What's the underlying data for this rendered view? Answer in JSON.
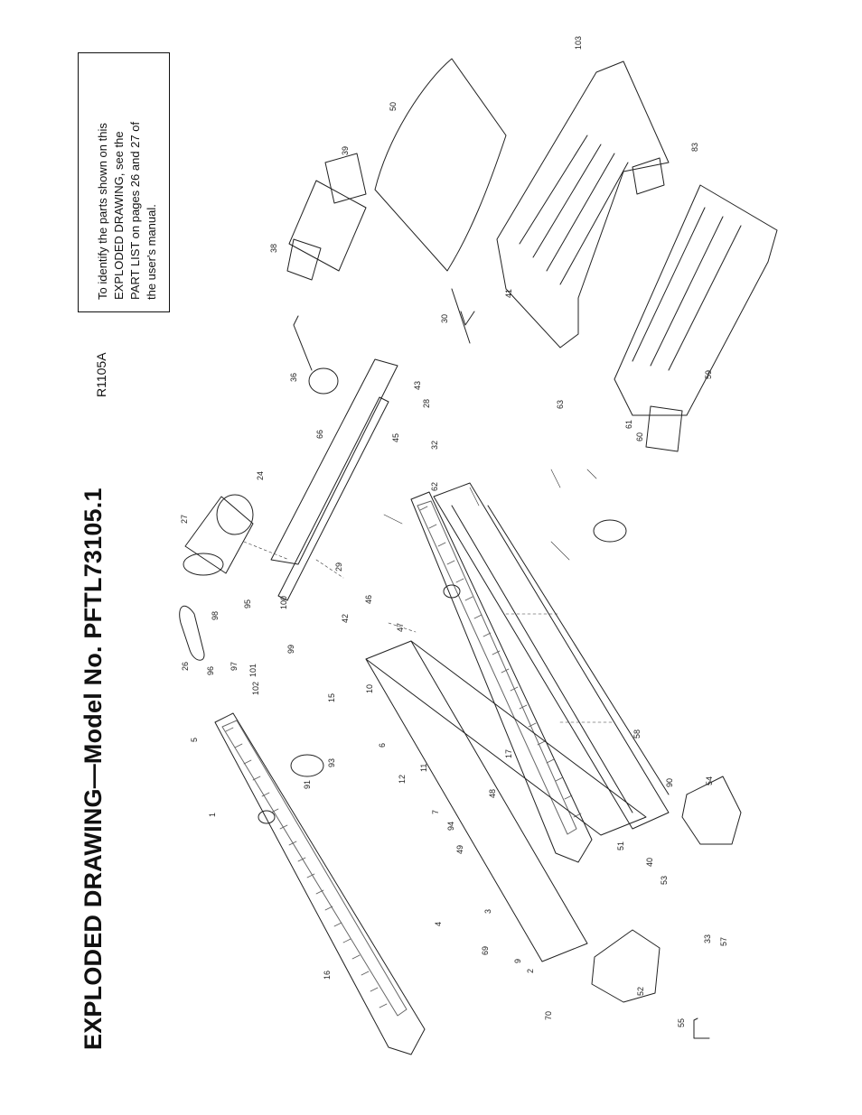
{
  "header": {
    "title": "EXPLODED DRAWING—Model No. PFTL73105.1",
    "drawing_code": "R1105A"
  },
  "note": {
    "lines": [
      "To identify the parts shown on this",
      "EXPLODED DRAWING, see the",
      "PART LIST on pages 26 and 27 of",
      "the user's manual."
    ]
  },
  "callouts": [
    "1",
    "2",
    "3",
    "4",
    "5",
    "6",
    "7",
    "9",
    "10",
    "11",
    "12",
    "15",
    "16",
    "17",
    "24",
    "26",
    "27",
    "28",
    "29",
    "30",
    "32",
    "33",
    "36",
    "38",
    "39",
    "40",
    "41",
    "42",
    "43",
    "45",
    "46",
    "47",
    "48",
    "49",
    "50",
    "51",
    "52",
    "53",
    "54",
    "55",
    "57",
    "58",
    "59",
    "60",
    "61",
    "62",
    "63",
    "66",
    "69",
    "70",
    "83",
    "90",
    "91",
    "93",
    "94",
    "95",
    "96",
    "97",
    "98",
    "99",
    "100",
    "101",
    "102",
    "103"
  ]
}
